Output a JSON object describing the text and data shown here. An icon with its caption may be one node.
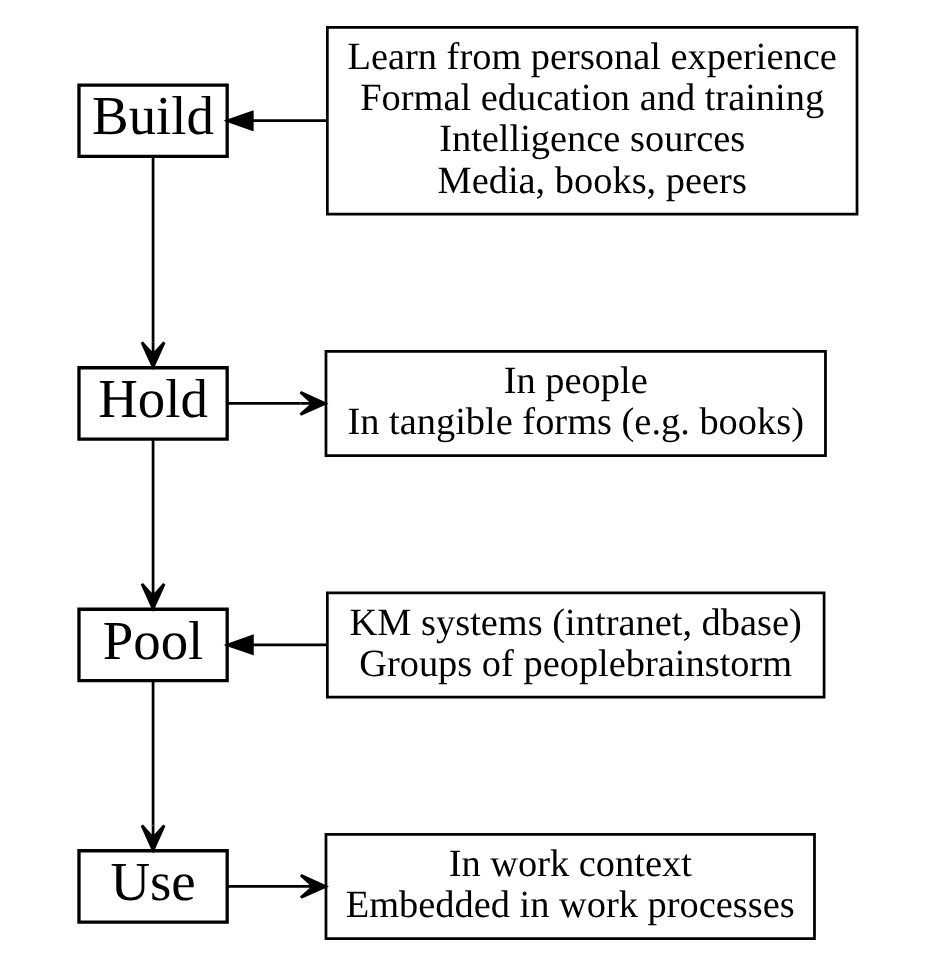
{
  "diagram": {
    "nodes": [
      {
        "text": [
          "Build"
        ]
      },
      {
        "text": [
          "Learn from personal experience",
          "Formal education and training",
          "Intelligence sources",
          "Media, books, peers"
        ]
      },
      {
        "text": [
          "Hold"
        ]
      },
      {
        "text": [
          "In people",
          "In tangible forms (e.g. books)"
        ]
      },
      {
        "text": [
          "Pool"
        ]
      },
      {
        "text": [
          "KM systems (intranet, dbase)",
          "Groups of peoplebrainstorm"
        ]
      },
      {
        "text": [
          "Use"
        ]
      },
      {
        "text": [
          "In work context",
          "Embedded in work processes"
        ]
      }
    ],
    "edges": [
      {
        "from": 1,
        "to": 0,
        "arrow": "to"
      },
      {
        "from": 0,
        "to": 2,
        "arrow": "to"
      },
      {
        "from": 2,
        "to": 3,
        "arrow": "to"
      },
      {
        "from": 2,
        "to": 4,
        "arrow": "to"
      },
      {
        "from": 5,
        "to": 4,
        "arrow": "to"
      },
      {
        "from": 4,
        "to": 6,
        "arrow": "to"
      },
      {
        "from": 6,
        "to": 7,
        "arrow": "to"
      }
    ]
  }
}
